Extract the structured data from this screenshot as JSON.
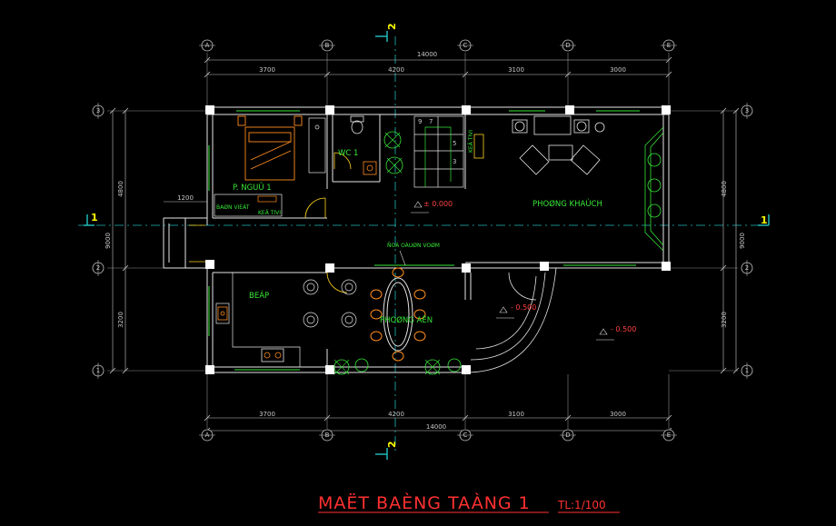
{
  "drawing": {
    "title": "MAËT BAÈNG TAÀNG 1",
    "scale": "TL:1/100"
  },
  "grid": {
    "columns": [
      "A",
      "B",
      "C",
      "D",
      "E"
    ],
    "rows": [
      "3",
      "2",
      "1"
    ]
  },
  "dimensions": {
    "overall_width": "14000",
    "col_spans": [
      "3700",
      "4200",
      "3100",
      "3000"
    ],
    "overall_height": "9000",
    "row_spans": [
      "4800",
      "3200"
    ],
    "porch_width": "1200"
  },
  "section_marks": {
    "horizontal": "1",
    "vertical": "2"
  },
  "rooms": {
    "bedroom": "P. NGUÛ 1",
    "wc": "WC 1",
    "living": "PHOØNG KHAÙCH",
    "kitchen": "BEÁP",
    "dining": "PHOØNG AÊN"
  },
  "furniture_labels": {
    "desk": "BAØN VIEÁT",
    "tv_shelf_bedroom": "KEÄ TIVI",
    "tv_shelf_living": "KEÄ TIVI",
    "beam": "ÑOÀ OÀUØN VOØM"
  },
  "levels": {
    "main": "± 0.000",
    "step": "- 0.500",
    "yard": "- 0.500"
  },
  "stairs": {
    "steps_upper": [
      "9",
      "7"
    ],
    "steps_lower": [
      "5",
      "3"
    ]
  }
}
